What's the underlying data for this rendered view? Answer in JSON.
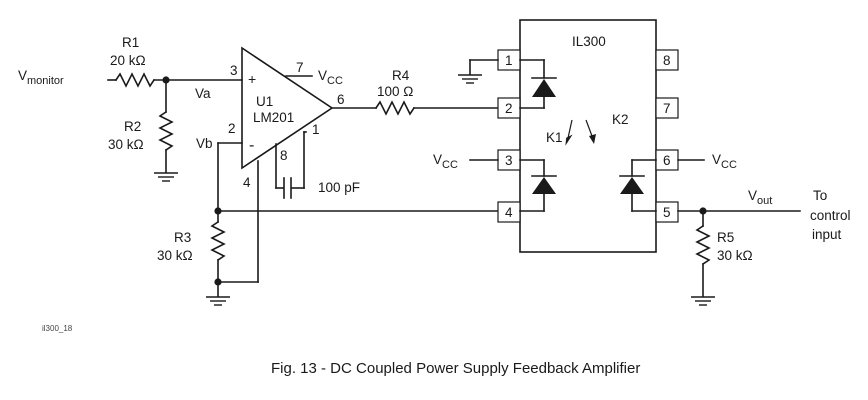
{
  "caption": "Fig. 13 - DC Coupled Power Supply Feedback Amplifier",
  "figure_id": "il300_18",
  "inputs": {
    "vmonitor_main": "V",
    "vmonitor_sub": "monitor"
  },
  "nodes": {
    "va": "Va",
    "vb": "Vb"
  },
  "resistors": {
    "r1": {
      "name": "R1",
      "value": "20 kΩ"
    },
    "r2": {
      "name": "R2",
      "value": "30 kΩ"
    },
    "r3": {
      "name": "R3",
      "value": "30 kΩ"
    },
    "r4": {
      "name": "R4",
      "value": "100 Ω"
    },
    "r5": {
      "name": "R5",
      "value": "30 kΩ"
    }
  },
  "opamp": {
    "ref": "U1",
    "part": "LM201",
    "plus": "+",
    "minus": "-",
    "pins": {
      "p1": "1",
      "p2": "2",
      "p3": "3",
      "p4": "4",
      "p6": "6",
      "p7": "7",
      "p8": "8"
    }
  },
  "capacitor": {
    "value": "100 pF"
  },
  "vcc": {
    "main": "V",
    "sub": "CC"
  },
  "optocoupler": {
    "part": "IL300",
    "k1": "K1",
    "k2": "K2",
    "pins": [
      "1",
      "2",
      "3",
      "4",
      "5",
      "6",
      "7",
      "8"
    ]
  },
  "output": {
    "vout_main": "V",
    "vout_sub": "out",
    "to_line1": "To",
    "to_line2": "control",
    "to_line3": "input"
  }
}
